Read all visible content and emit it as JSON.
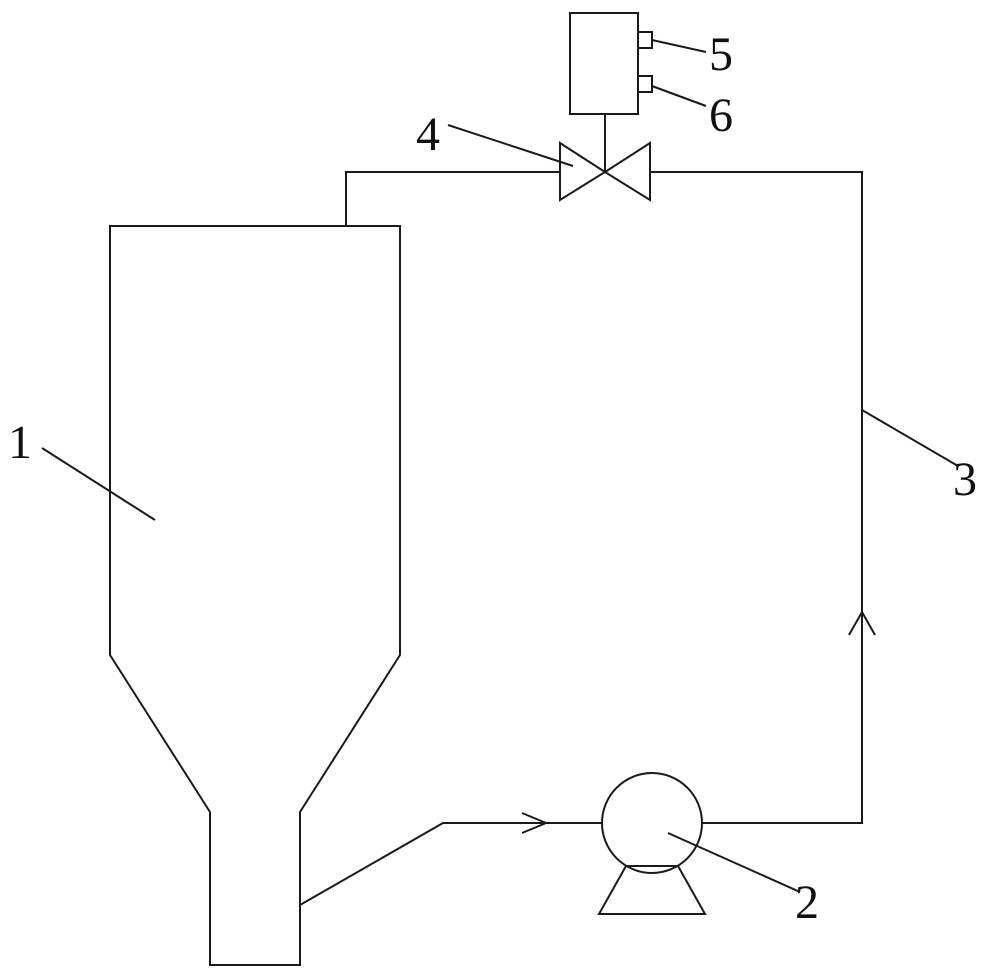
{
  "labels": {
    "tank": "1",
    "pump": "2",
    "pipe": "3",
    "valve": "4",
    "port_upper": "5",
    "port_lower": "6"
  },
  "colors": {
    "line": "#1a1a1a",
    "background": "#ffffff"
  }
}
